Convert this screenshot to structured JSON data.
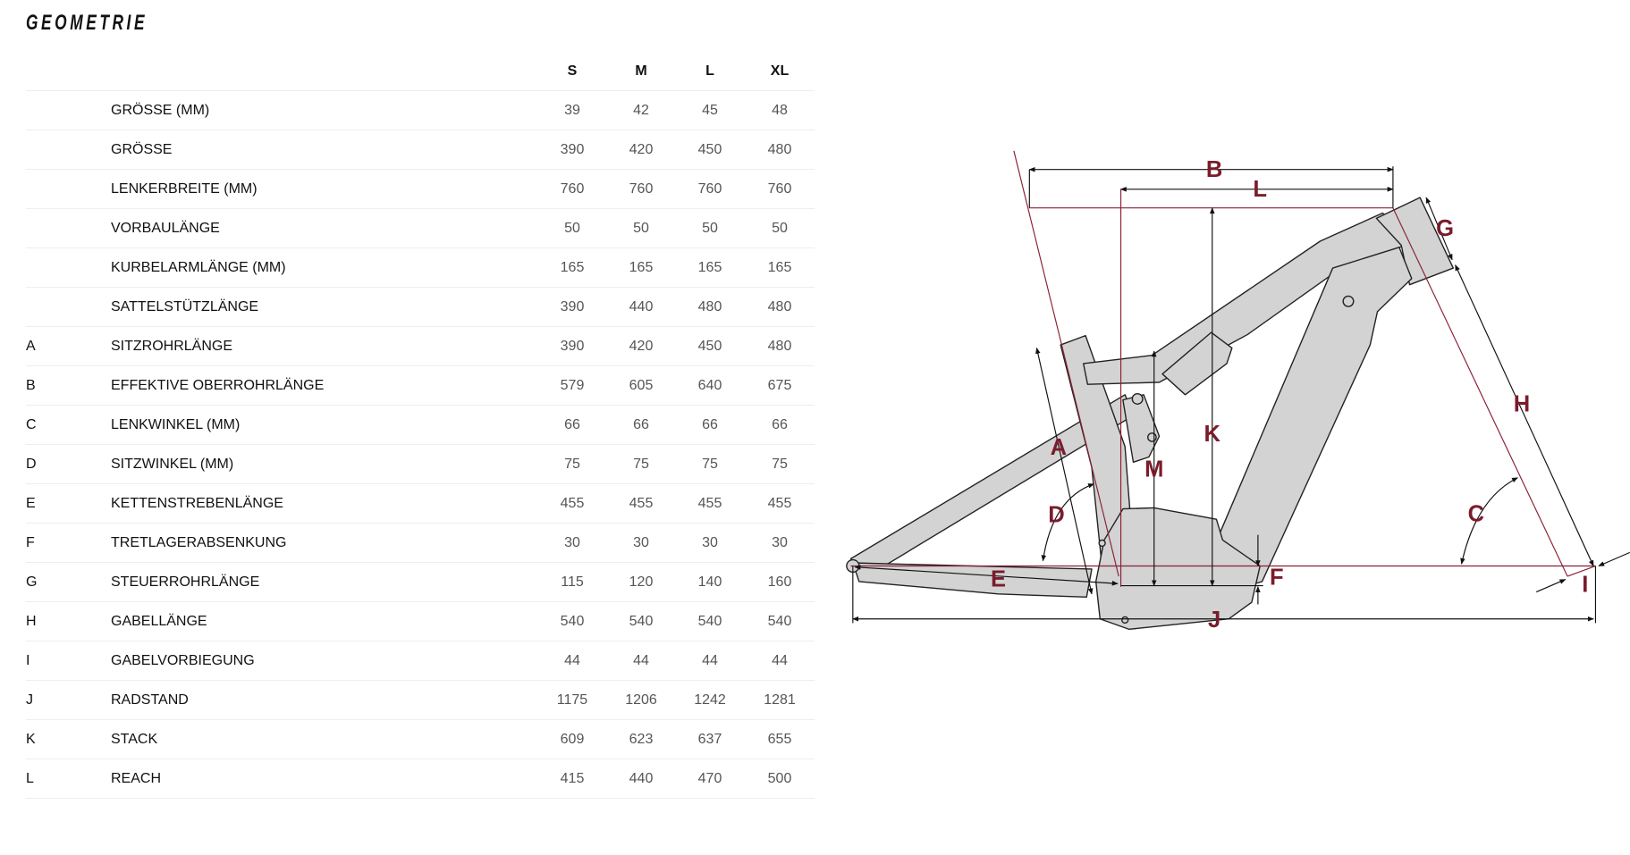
{
  "title": "GEOMETRIE",
  "table": {
    "sizes": [
      "S",
      "M",
      "L",
      "XL"
    ],
    "rows": [
      {
        "letter": "",
        "label": "GRÖSSE (MM)",
        "values": [
          "39",
          "42",
          "45",
          "48"
        ]
      },
      {
        "letter": "",
        "label": "GRÖSSE",
        "values": [
          "390",
          "420",
          "450",
          "480"
        ]
      },
      {
        "letter": "",
        "label": "LENKERBREITE (MM)",
        "values": [
          "760",
          "760",
          "760",
          "760"
        ]
      },
      {
        "letter": "",
        "label": "VORBAULÄNGE",
        "values": [
          "50",
          "50",
          "50",
          "50"
        ]
      },
      {
        "letter": "",
        "label": "KURBELARMLÄNGE (MM)",
        "values": [
          "165",
          "165",
          "165",
          "165"
        ]
      },
      {
        "letter": "",
        "label": "SATTELSTÜTZLÄNGE",
        "values": [
          "390",
          "440",
          "480",
          "480"
        ]
      },
      {
        "letter": "A",
        "label": "SITZROHRLÄNGE",
        "values": [
          "390",
          "420",
          "450",
          "480"
        ]
      },
      {
        "letter": "B",
        "label": "EFFEKTIVE OBERROHRLÄNGE",
        "values": [
          "579",
          "605",
          "640",
          "675"
        ]
      },
      {
        "letter": "C",
        "label": "LENKWINKEL (MM)",
        "values": [
          "66",
          "66",
          "66",
          "66"
        ]
      },
      {
        "letter": "D",
        "label": "SITZWINKEL (MM)",
        "values": [
          "75",
          "75",
          "75",
          "75"
        ]
      },
      {
        "letter": "E",
        "label": "KETTENSTREBENLÄNGE",
        "values": [
          "455",
          "455",
          "455",
          "455"
        ]
      },
      {
        "letter": "F",
        "label": "TRETLAGERABSENKUNG",
        "values": [
          "30",
          "30",
          "30",
          "30"
        ]
      },
      {
        "letter": "G",
        "label": "STEUERROHRLÄNGE",
        "values": [
          "115",
          "120",
          "140",
          "160"
        ]
      },
      {
        "letter": "H",
        "label": "GABELLÄNGE",
        "values": [
          "540",
          "540",
          "540",
          "540"
        ]
      },
      {
        "letter": "I",
        "label": "GABELVORBIEGUNG",
        "values": [
          "44",
          "44",
          "44",
          "44"
        ]
      },
      {
        "letter": "J",
        "label": "RADSTAND",
        "values": [
          "1175",
          "1206",
          "1242",
          "1281"
        ]
      },
      {
        "letter": "K",
        "label": "STACK",
        "values": [
          "609",
          "623",
          "637",
          "655"
        ]
      },
      {
        "letter": "L",
        "label": "REACH",
        "values": [
          "415",
          "440",
          "470",
          "500"
        ]
      }
    ]
  },
  "diagram": {
    "accent": "#7a1c2c",
    "labels": {
      "A": "A",
      "B": "B",
      "C": "C",
      "D": "D",
      "E": "E",
      "F": "F",
      "G": "G",
      "H": "H",
      "I": "I",
      "J": "J",
      "K": "K",
      "L": "L",
      "M": "M"
    }
  }
}
